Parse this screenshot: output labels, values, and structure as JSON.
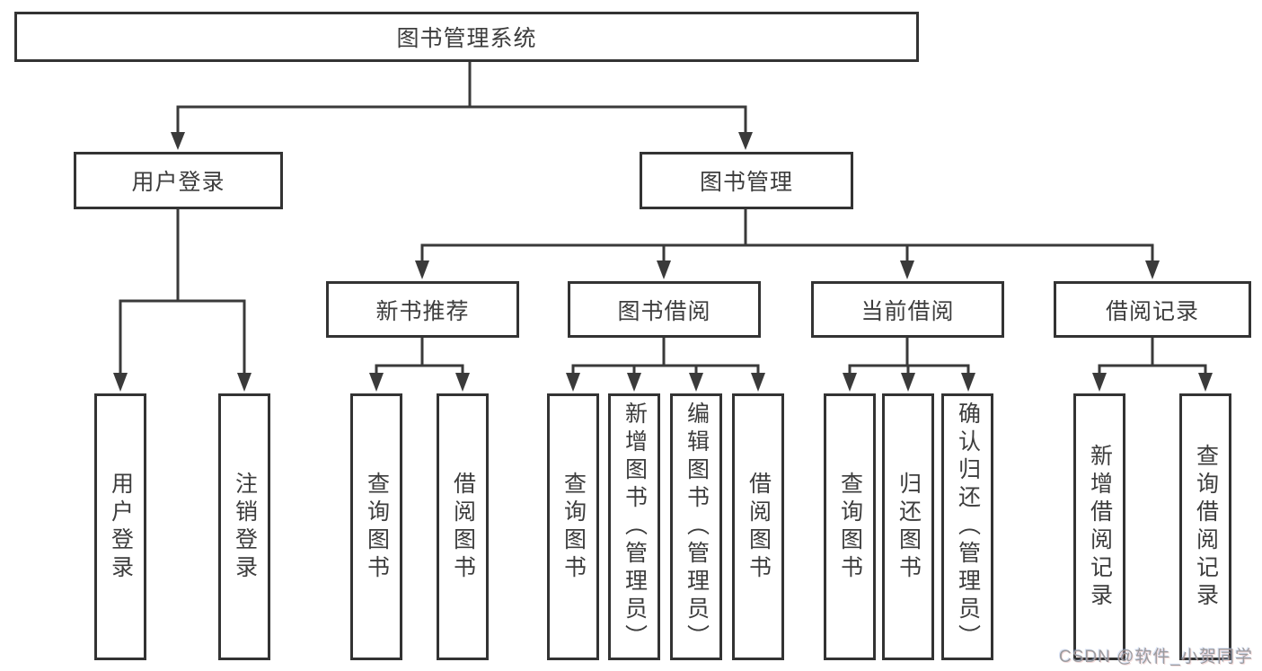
{
  "diagram": {
    "root": {
      "label": "图书管理系统"
    },
    "level2": [
      {
        "label": "用户登录"
      },
      {
        "label": "图书管理"
      }
    ],
    "level3": [
      {
        "label": "新书推荐"
      },
      {
        "label": "图书借阅"
      },
      {
        "label": "当前借阅"
      },
      {
        "label": "借阅记录"
      }
    ],
    "leaves": {
      "user_login": [
        "用户登录",
        "注销登录"
      ],
      "new_book": [
        "查询图书",
        "借阅图书"
      ],
      "book_borrow": [
        "查询图书",
        "新增图书（管理员）",
        "编辑图书（管理员）",
        "借阅图书"
      ],
      "current_borrow": [
        "查询图书",
        "归还图书",
        "确认归还（管理员）"
      ],
      "borrow_record": [
        "新增借阅记录",
        "查询借阅记录"
      ]
    }
  },
  "watermark": "CSDN @软件_小贺同学",
  "colors": {
    "line": "#3a3a3a",
    "border": "#333333",
    "text": "#3d3d3d",
    "background": "#ffffff",
    "watermark": "#9b9b9e"
  }
}
